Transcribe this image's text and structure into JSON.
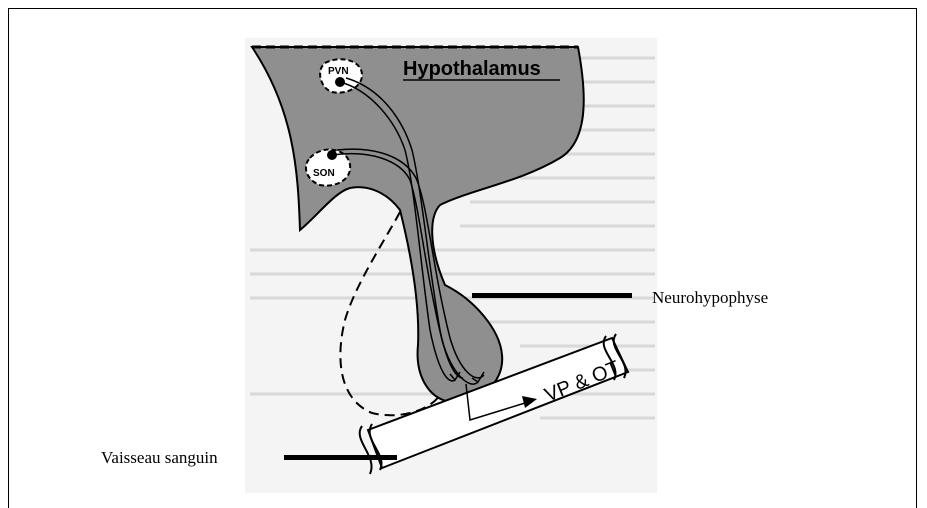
{
  "diagram": {
    "labels": {
      "hypothalamus": "Hypothalamus",
      "pvn": "PVN",
      "son": "SON",
      "vp_ot": "VP & OT",
      "neurohypophyse": "Neurohypophyse",
      "vaisseau": "Vaisseau sanguin"
    },
    "colors": {
      "tissue": "#8f8f8f",
      "background_scan": "#f3f3f3",
      "ink": "#000000"
    }
  }
}
